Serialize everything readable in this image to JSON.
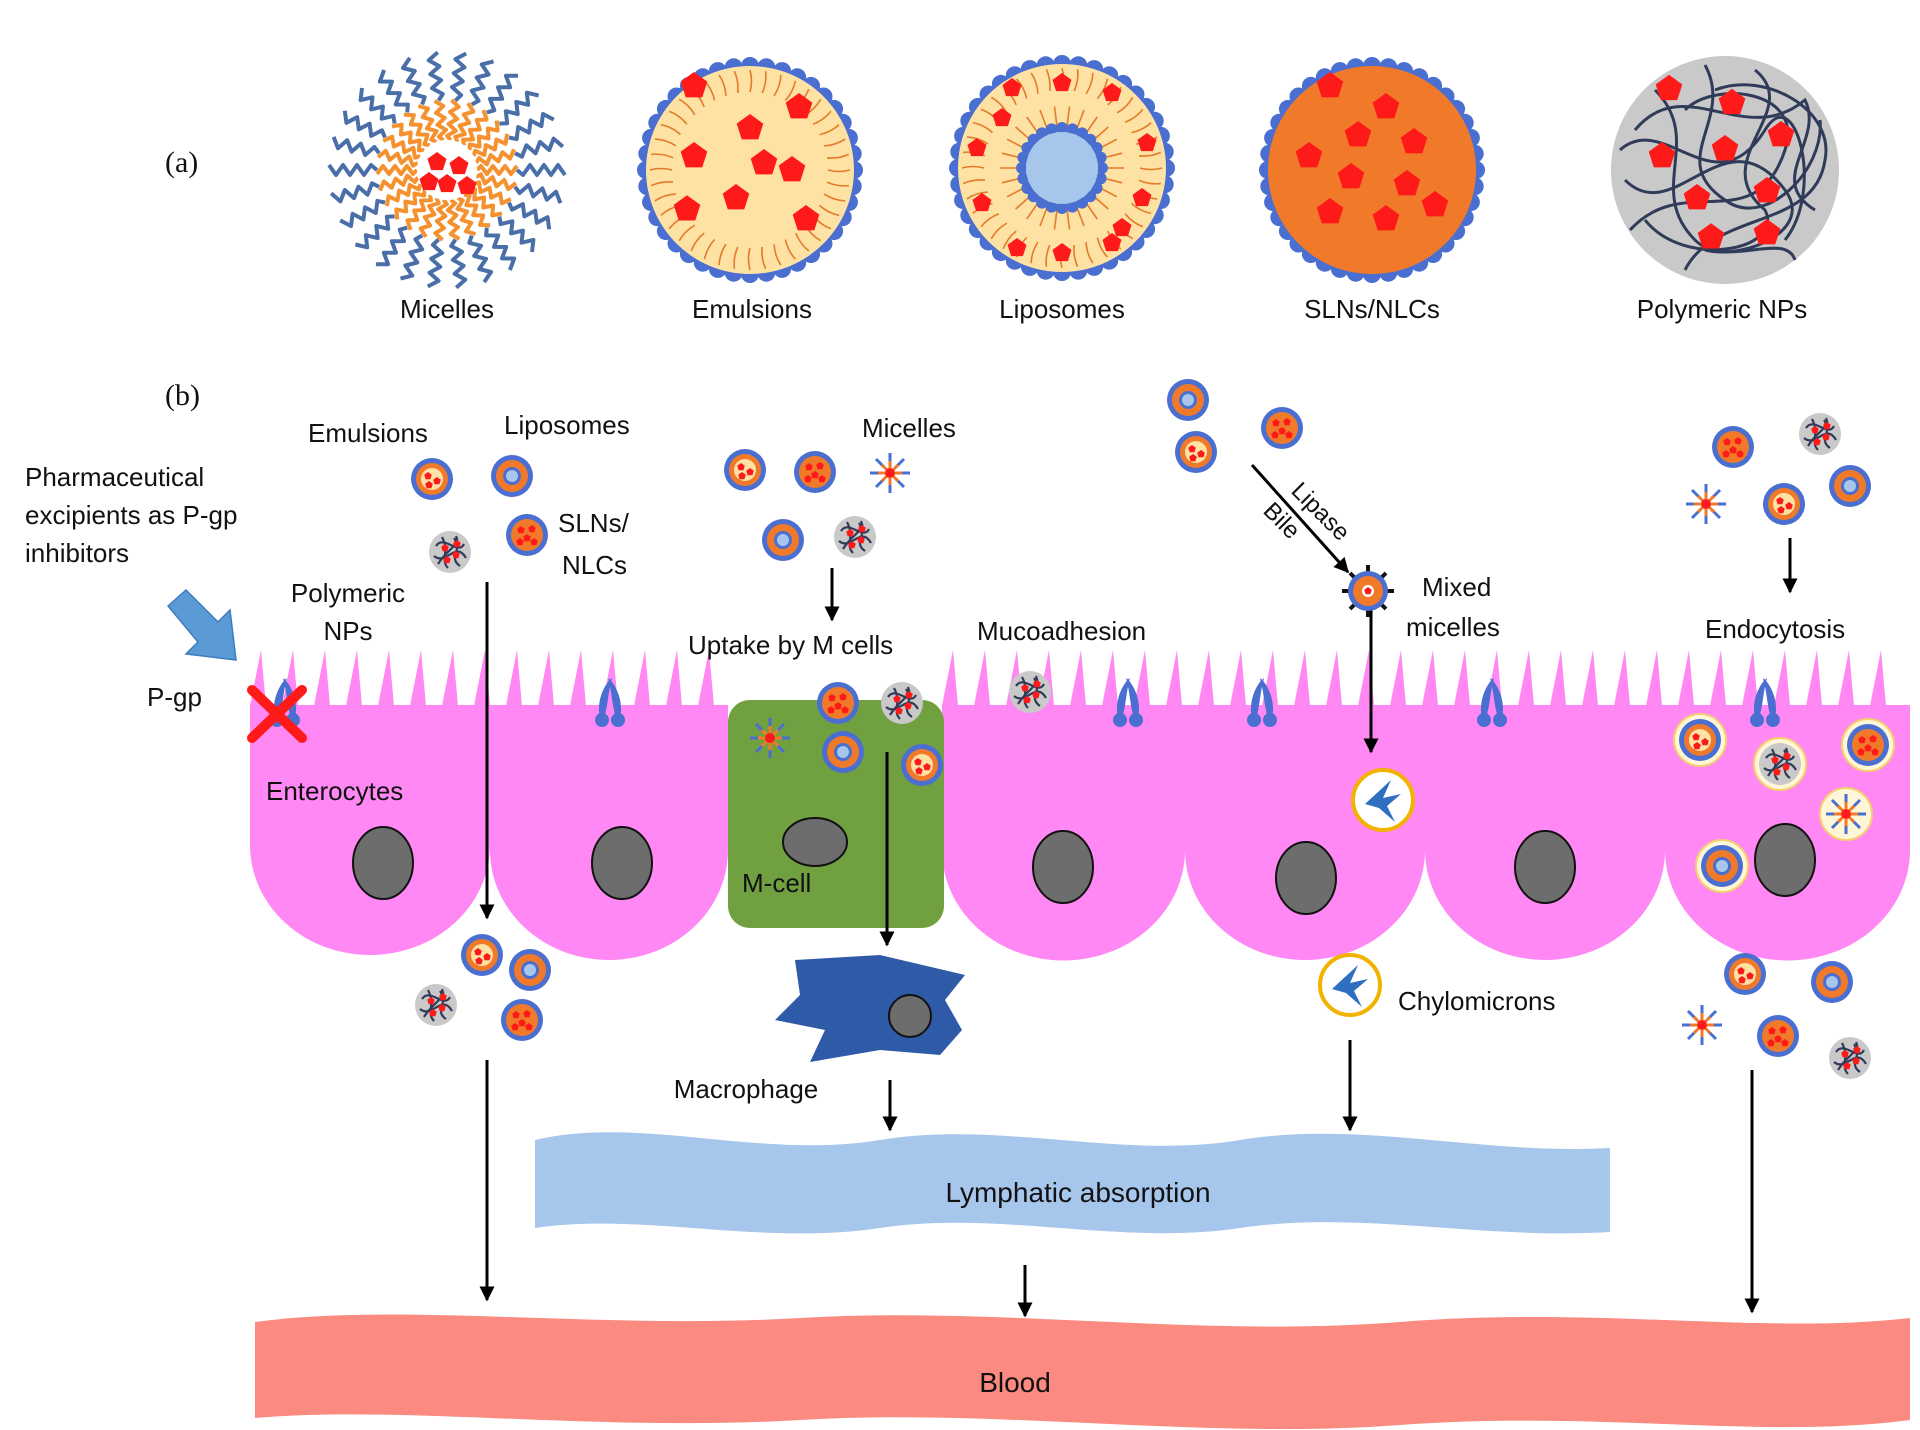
{
  "panel_a": {
    "label": "(a)",
    "items": [
      "Micelles",
      "Emulsions",
      "Liposomes",
      "SLNs/NLCs",
      "Polymeric NPs"
    ]
  },
  "panel_b": {
    "label": "(b)",
    "excipients": [
      "Pharmaceutical",
      "excipients  as P-gp",
      "inhibitors"
    ],
    "pgp": "P-gp",
    "emulsions": "Emulsions",
    "liposomes": "Liposomes",
    "slns": [
      "SLNs/",
      "NLCs"
    ],
    "polymeric": [
      "Polymeric",
      "NPs"
    ],
    "enterocytes": "Enterocytes",
    "micelles": "Micelles",
    "uptake": "Uptake  by M cells",
    "mcell": "M-cell",
    "macrophage": "Macrophage",
    "mucoadhesion": "Mucoadhesion",
    "lipase": "Lipase",
    "bile": "Bile",
    "mixed_micelles": [
      "Mixed",
      "micelles"
    ],
    "chylomicrons": "Chylomicrons",
    "endocytosis": "Endocytosis",
    "lymphatic": "Lymphatic absorption",
    "blood": "Blood"
  },
  "colors": {
    "cell": "#ff88f4",
    "mcell": "#70a040",
    "shell": "#4a6fd0",
    "core_orange": "#f07a2a",
    "core_yellow": "#fde2a4",
    "drug": "#ff1a1a",
    "lymph": "#a7c6ec",
    "blood": "#fb8a80",
    "macrophage": "#2e5aa8",
    "nucleus": "#6d6d6d"
  }
}
